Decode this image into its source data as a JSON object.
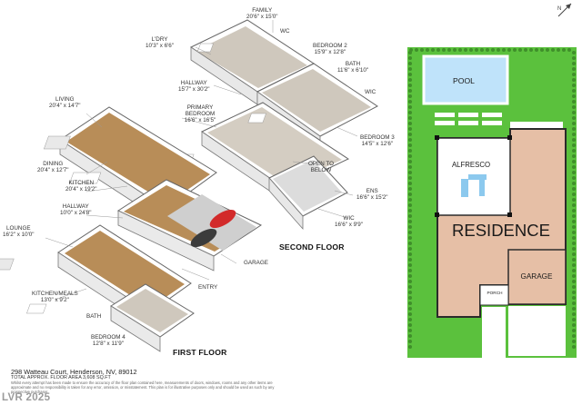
{
  "colors": {
    "lawn": "#5bc13d",
    "pool": "#bfe3fa",
    "residence": "#e6bfa6",
    "alfresco": "#ffffff",
    "outline": "#2b2b2b",
    "floor_wood": "#b88d58",
    "floor_carpet": "#cfc8bd",
    "wall": "#f4f4f4"
  },
  "floors": {
    "first_title": "FIRST FLOOR",
    "second_title": "SECOND FLOOR"
  },
  "rooms": {
    "family": {
      "name": "FAMILY",
      "dim": "20'6\" x 15'0\""
    },
    "laundry": {
      "name": "L'DRY",
      "dim": "10'3\" x 6'6\""
    },
    "wc_top": {
      "name": "WC",
      "dim": ""
    },
    "bedroom2": {
      "name": "BEDROOM 2",
      "dim": "15'9\" x 12'8\""
    },
    "bath_top": {
      "name": "BATH",
      "dim": "11'6\" x 6'10\""
    },
    "wic_top": {
      "name": "WIC",
      "dim": ""
    },
    "hallway_second": {
      "name": "HALLWAY",
      "dim": "15'7\" x 30'2\""
    },
    "primary_bedroom": {
      "name": "PRIMARY BEDROOM",
      "dim": "16'6\" x 16'5\""
    },
    "bedroom3": {
      "name": "BEDROOM 3",
      "dim": "14'5\" x 12'6\""
    },
    "open_to_below": {
      "name": "OPEN TO BELOW",
      "dim": ""
    },
    "ens": {
      "name": "ENS",
      "dim": "16'6\" x 15'2\""
    },
    "wic_primary": {
      "name": "WIC",
      "dim": "16'6\" x 9'9\""
    },
    "living": {
      "name": "LIVING",
      "dim": "20'4\" x 14'7\""
    },
    "dining": {
      "name": "DINING",
      "dim": "20'4\" x 12'7\""
    },
    "kitchen": {
      "name": "KITCHEN",
      "dim": "20'4\" x 19'2\""
    },
    "hallway_first": {
      "name": "HALLWAY",
      "dim": "10'0\" x 24'8\""
    },
    "lounge": {
      "name": "LOUNGE",
      "dim": "16'2\" x 10'0\""
    },
    "kitchen_meals": {
      "name": "KITCHEN/MEALS",
      "dim": "13'0\" x 9'2\""
    },
    "bath_first": {
      "name": "BATH",
      "dim": ""
    },
    "bedroom4": {
      "name": "BEDROOM 4",
      "dim": "12'8\" x 11'9\""
    },
    "garage_first": {
      "name": "GARAGE",
      "dim": ""
    },
    "entry": {
      "name": "ENTRY",
      "dim": ""
    }
  },
  "siteplan": {
    "pool": "POOL",
    "alfresco": "ALFRESCO",
    "residence": "RESIDENCE",
    "garage": "GARAGE",
    "porch": "PORCH"
  },
  "footer": {
    "address": "298 Watteau Court, Henderson, NV, 89012",
    "total_area": "TOTAL APPROX. FLOOR AREA 3,608 SQ.FT",
    "disclaimer": "Whilst every attempt has been made to ensure the accuracy of the floor plan contained here, measurements of doors, windows, rooms and any other items are approximate and no responsibility is taken for any error, omission, or misstatement. This plan is for illustrative purposes only and should be used as such by any prospective purchaser.",
    "watermark": "LVR 2025"
  },
  "icons": {
    "north": "compass-north-icon"
  }
}
